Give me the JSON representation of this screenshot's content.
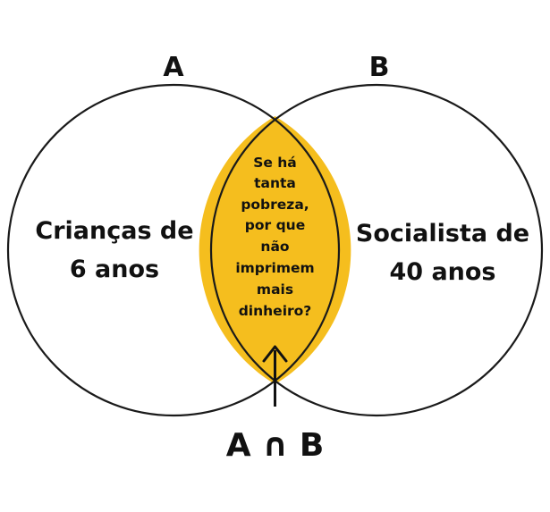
{
  "colors": {
    "intersection_fill": "#F5BE1E",
    "stroke": "#1a1a1a",
    "text": "#111111",
    "background": "#ffffff"
  },
  "set_a": {
    "label": "A",
    "lines": [
      "Crianças de",
      "6 anos"
    ]
  },
  "set_b": {
    "label": "B",
    "lines": [
      "Socialista de",
      "40 anos"
    ]
  },
  "intersection": {
    "lines": [
      "Se há",
      "tanta",
      "pobreza,",
      "por que",
      "não",
      "imprimem",
      "mais",
      "dinheiro?"
    ],
    "label": "A ∩ B"
  }
}
